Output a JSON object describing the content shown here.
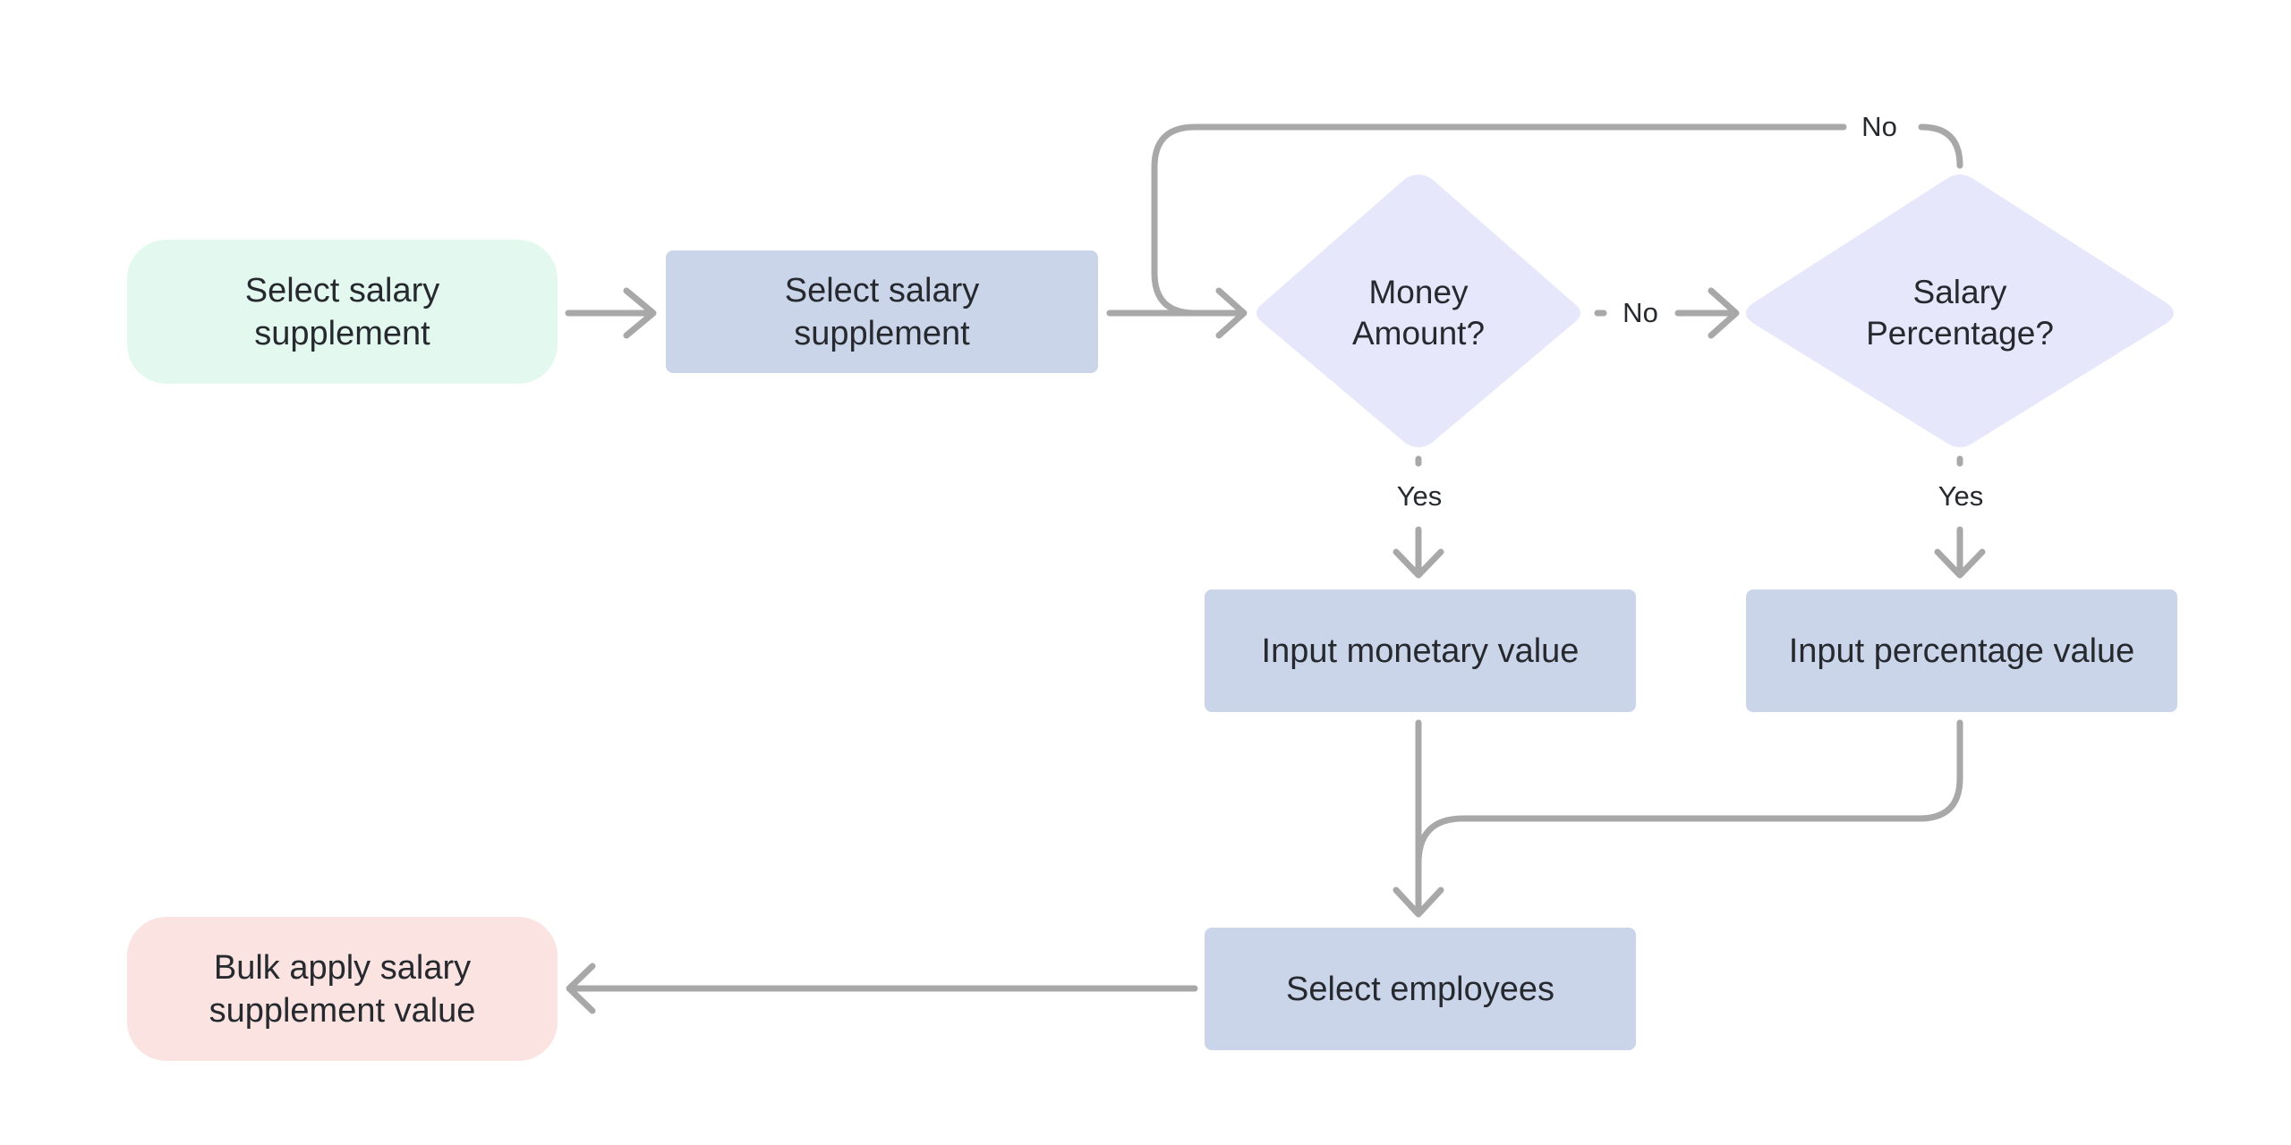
{
  "colors": {
    "start": "#e3f9f0",
    "process": "#cbd5ea",
    "decision": "#e7e7fc",
    "end": "#fae3e1",
    "connector": "#a8a8a8",
    "text": "#26292e"
  },
  "nodes": {
    "start": {
      "label": "Select salary\nsupplement"
    },
    "select_supplement": {
      "label": "Select salary\nsupplement"
    },
    "money_decision": {
      "label": "Money\nAmount?"
    },
    "percentage_decision": {
      "label": "Salary\nPercentage?"
    },
    "input_monetary": {
      "label": "Input monetary value"
    },
    "input_percentage": {
      "label": "Input percentage value"
    },
    "select_employees": {
      "label": "Select employees"
    },
    "end": {
      "label": "Bulk apply salary\nsupplement value"
    }
  },
  "edges": {
    "money_no": "No",
    "money_yes": "Yes",
    "percentage_yes": "Yes",
    "percentage_no": "No"
  }
}
